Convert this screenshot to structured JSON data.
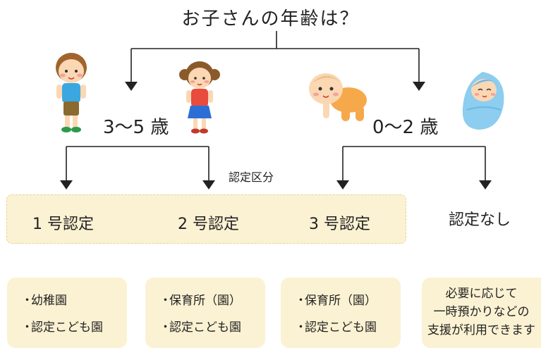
{
  "title": "お子さんの年齢は？",
  "ages": {
    "age_3_5": "3〜5 歳",
    "age_0_2": "0〜2 歳"
  },
  "section_label": "認定区分",
  "certifications": {
    "c1": "1 号認定",
    "c2": "2 号認定",
    "c3": "3 号認定",
    "none": "認定なし"
  },
  "facilities": {
    "f1": [
      "幼稚園",
      "認定こども園"
    ],
    "f2": [
      "保育所（園）",
      "認定こども園"
    ],
    "f3": [
      "保育所（園）",
      "認定こども園"
    ],
    "f4": [
      "必要に応じて",
      "一時預かりなどの",
      "支援が利用できます"
    ]
  },
  "bullet": "・",
  "colors": {
    "panel": "#fbf2d3",
    "panel_border": "#e5d49a",
    "line": "#222222"
  },
  "illustrations": [
    "boy-illustration",
    "girl-illustration",
    "crawling-baby-illustration",
    "swaddled-baby-illustration"
  ]
}
